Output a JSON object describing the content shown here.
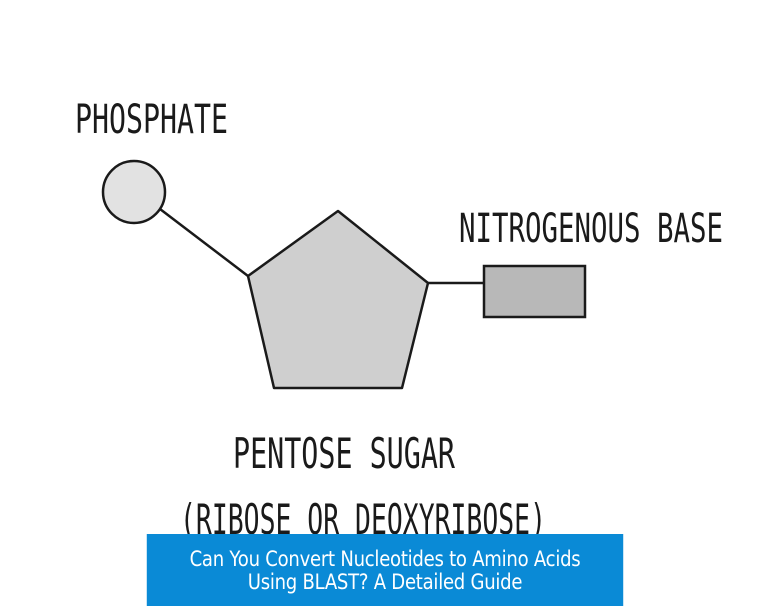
{
  "diagram": {
    "labels": {
      "phosphate": "PHOSPHATE",
      "nitrogenous_base": "NITROGENOUS BASE",
      "pentose_sugar": "PENTOSE SUGAR",
      "sugar_types": "(RIBOSE OR DEOXYRIBOSE)"
    },
    "colors": {
      "stroke": "#1a1a1a",
      "phosphate_fill": "#e2e2e2",
      "sugar_fill": "#cfcfcf",
      "base_fill": "#b8b8b8"
    }
  },
  "caption": {
    "line1": "Can You Convert Nucleotides to Amino Acids",
    "line2": "Using BLAST? A Detailed Guide",
    "background": "#0a8ad6"
  }
}
